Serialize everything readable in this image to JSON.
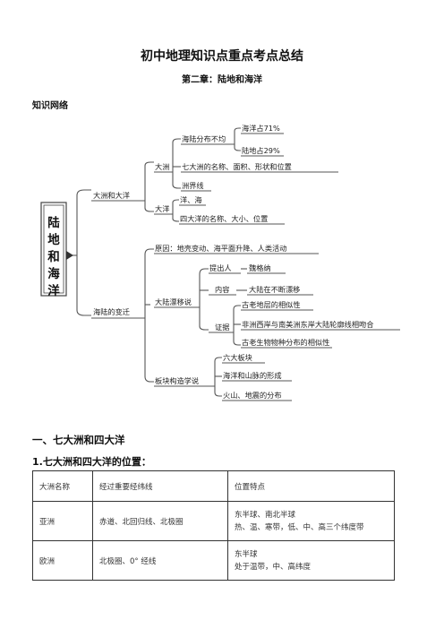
{
  "header": {
    "title": "初中地理知识点重点考点总结",
    "chapter": "第二章：陆地和海洋",
    "section_label": "知识网络"
  },
  "mindmap": {
    "root": "陆地和海洋",
    "branches": [
      {
        "label": "大洲和大洋",
        "children": [
          {
            "label": "大洲",
            "children": [
              {
                "label": "海陆分布不均",
                "children": [
                  "海洋占71%",
                  "陆地占29%"
                ]
              },
              {
                "label": "七大洲的名称、面积、形状和位置"
              },
              {
                "label": "洲界线"
              }
            ]
          },
          {
            "label": "大洋",
            "children": [
              {
                "label": "洋、海"
              },
              {
                "label": "四大洋的名称、大小、位置"
              }
            ]
          }
        ]
      },
      {
        "label": "海陆的变迁",
        "children": [
          {
            "label": "原因：地壳变动、海平面升降、人类活动"
          },
          {
            "label": "大陆漂移说",
            "children": [
              {
                "label": "提出人",
                "children": [
                  "魏格纳"
                ]
              },
              {
                "label": "内容",
                "children": [
                  "大陆在不断漂移"
                ]
              },
              {
                "label": "证据",
                "children": [
                  "古老地层的相似性",
                  "非洲西岸与南美洲东岸大陆轮廓线相吻合",
                  "古老生物物种分布的相似性"
                ]
              }
            ]
          },
          {
            "label": "板块构造学说",
            "children": [
              "六大板块",
              "海洋和山脉的形成",
              "火山、地震的分布"
            ]
          }
        ]
      }
    ]
  },
  "section1": {
    "heading": "一、七大洲和四大洋",
    "subheading": "1.七大洲和四大洋的位置："
  },
  "table": {
    "headers": [
      "大洲名称",
      "经过重要经纬线",
      "位置特点"
    ],
    "rows": [
      {
        "name": "亚洲",
        "lines": "赤道、北回归线、北极圈",
        "features": [
          "东半球、南北半球",
          "热、温、寒带，低、中、高三个纬度带"
        ]
      },
      {
        "name": "欧洲",
        "lines": "北极圈、0° 经线",
        "features": [
          "东半球",
          "处于温带，中、高纬度"
        ]
      }
    ]
  }
}
